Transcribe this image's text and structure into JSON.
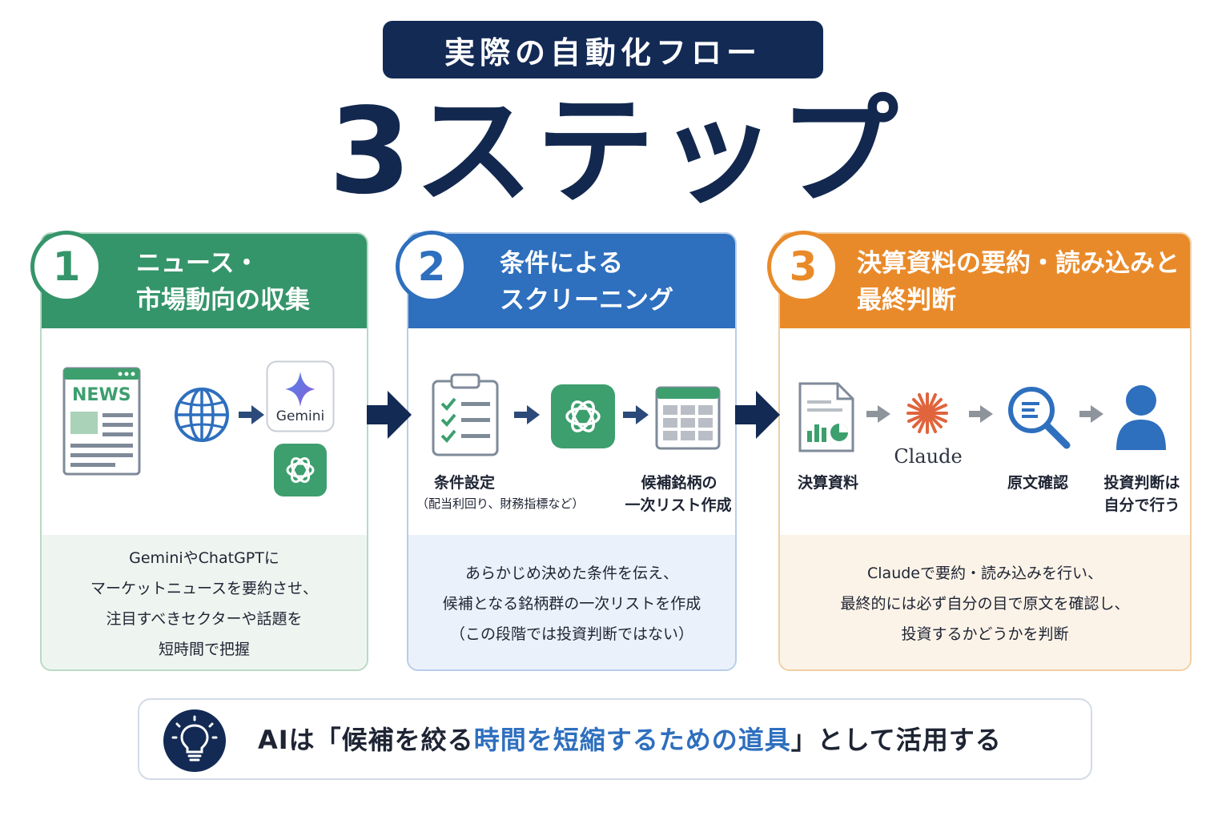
{
  "header": {
    "badge": "実際の自動化フロー",
    "title": "3ステップ"
  },
  "steps": [
    {
      "number": "1",
      "title_line1": "ニュース・",
      "title_line2": "市場動向の収集",
      "color": "#35956a",
      "news_label": "NEWS",
      "gemini_label": "Gemini",
      "description": [
        "GeminiやChatGPTに",
        "マーケットニュースを要約させ、",
        "注目すべきセクターや話題を",
        "短時間で把握"
      ]
    },
    {
      "number": "2",
      "title_line1": "条件による",
      "title_line2": "スクリーニング",
      "color": "#2e6fbe",
      "label_conditions": "条件設定",
      "label_conditions_sub": "（配当利回り、財務指標など）",
      "label_list_line1": "候補銘柄の",
      "label_list_line2": "一次リスト作成",
      "description": [
        "あらかじめ決めた条件を伝え、",
        "候補となる銘柄群の一次リストを作成",
        "（この段階では投資判断ではない）"
      ]
    },
    {
      "number": "3",
      "title_line1": "決算資料の要約・読み込みと",
      "title_line2": "最終判断",
      "color": "#e98a2a",
      "label_docs": "決算資料",
      "claude_label": "Claude",
      "label_review": "原文確認",
      "label_decision_line1": "投資判断は",
      "label_decision_line2": "自分で行う",
      "description": [
        "Claudeで要約・読み込みを行い、",
        "最終的には必ず自分の目で原文を確認し、",
        "投資するかどうかを判断"
      ]
    }
  ],
  "banner": {
    "prefix": "AIは「候補を絞る",
    "highlight": "時間を短縮するための道具",
    "suffix": "」として活用する"
  },
  "icons": [
    "newspaper-icon",
    "globe-icon",
    "gemini-icon",
    "chatgpt-icon",
    "checklist-icon",
    "spreadsheet-icon",
    "document-chart-icon",
    "claude-icon",
    "magnifier-icon",
    "person-icon",
    "lightbulb-icon",
    "arrow-right-icon"
  ]
}
